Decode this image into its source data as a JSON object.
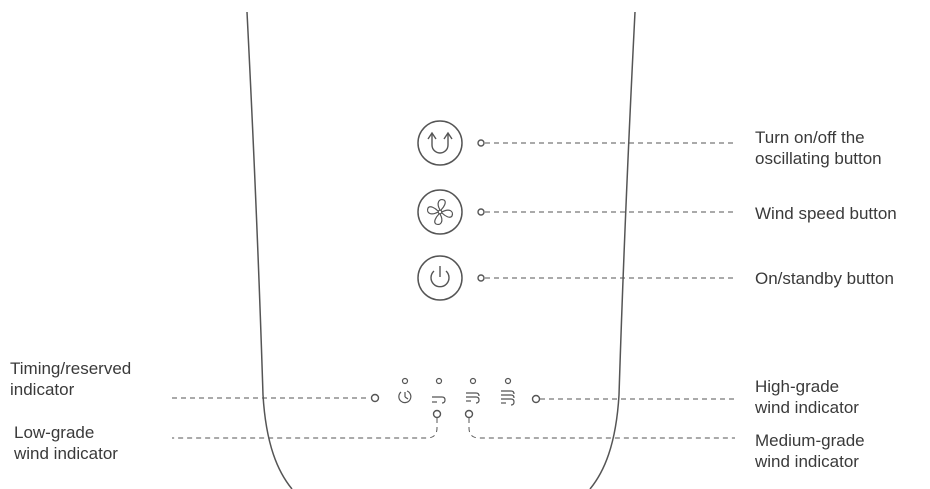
{
  "callouts": {
    "oscillate": {
      "lines": [
        "Turn on/off the",
        "oscillating button"
      ]
    },
    "wind_speed": {
      "lines": [
        "Wind speed button"
      ]
    },
    "power": {
      "lines": [
        "On/standby button"
      ]
    },
    "timing": {
      "lines": [
        "Timing/reserved",
        "indicator"
      ]
    },
    "low": {
      "lines": [
        "Low-grade",
        "wind indicator"
      ]
    },
    "high": {
      "lines": [
        "High-grade",
        "wind indicator"
      ]
    },
    "medium": {
      "lines": [
        "Medium-grade",
        "wind indicator"
      ]
    }
  },
  "colors": {
    "stroke": "#555555",
    "text": "#3a3a3a"
  },
  "icons": {
    "oscillate_button": "oscillate-arrows-icon",
    "wind_speed_button": "fan-blade-icon",
    "power_button": "power-icon",
    "timer_indicator": "timer-icon",
    "low_indicator": "wind-low-icon",
    "medium_indicator": "wind-medium-icon",
    "high_indicator": "wind-high-icon"
  }
}
